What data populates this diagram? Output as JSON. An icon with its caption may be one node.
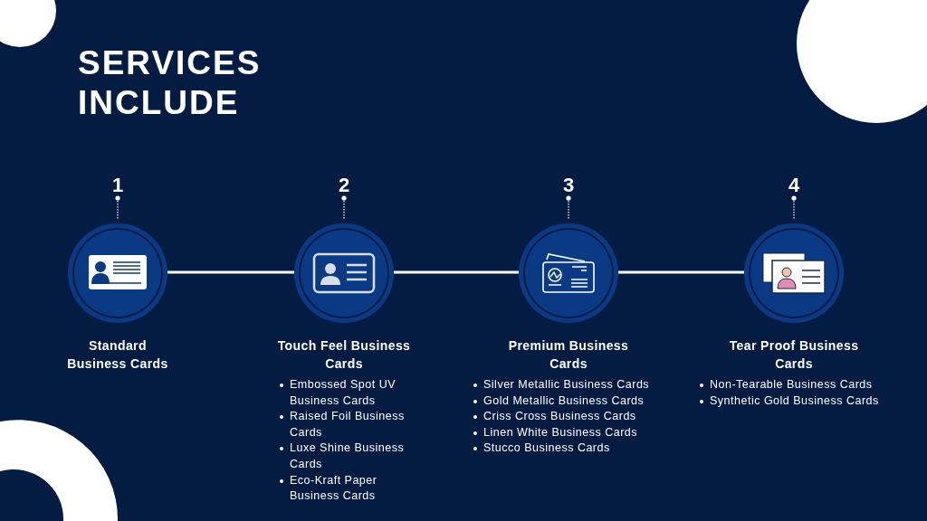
{
  "diagram": {
    "title": "SERVICES INCLUDE",
    "nodes": [
      {
        "text": [
          "1",
          "Standard Business Cards"
        ]
      },
      {
        "text": [
          "2",
          "Touch Feel Business Cards"
        ],
        "beside": [
          "Embossed Spot UV Business Cards",
          "Raised Foil Business Cards",
          "Luxe Shine Business Cards",
          "Eco-Kraft Paper Business Cards"
        ]
      },
      {
        "text": [
          "3",
          "Premium Business Cards"
        ],
        "beside": [
          "Silver Metallic Business Cards",
          "Gold Metallic Business Cards",
          "Criss Cross Business Cards",
          "Linen White Business Cards",
          "Stucco Business Cards"
        ]
      },
      {
        "text": [
          "4",
          "Tear Proof Business Cards"
        ],
        "beside": [
          "Non-Tearable Business Cards",
          "Synthetic Gold Business Cards"
        ]
      }
    ],
    "edges": [
      {
        "from": 0,
        "to": 1,
        "arrow": "none"
      },
      {
        "from": 1,
        "to": 2,
        "arrow": "none"
      },
      {
        "from": 2,
        "to": 3,
        "arrow": "none"
      }
    ]
  }
}
